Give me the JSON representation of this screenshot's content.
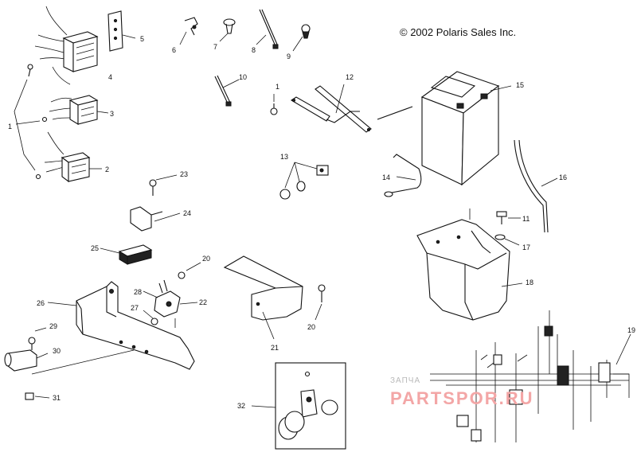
{
  "copyright": "© 2002 Polaris Sales Inc.",
  "watermark": {
    "line1": "ЗАПЧА",
    "line2": "PARTSPOR.RU"
  },
  "callouts": [
    {
      "id": "c1a",
      "label": "1"
    },
    {
      "id": "c1b",
      "label": "1"
    },
    {
      "id": "c2",
      "label": "2"
    },
    {
      "id": "c3",
      "label": "3"
    },
    {
      "id": "c4",
      "label": "4"
    },
    {
      "id": "c5",
      "label": "5"
    },
    {
      "id": "c6",
      "label": "6"
    },
    {
      "id": "c7",
      "label": "7"
    },
    {
      "id": "c8",
      "label": "8"
    },
    {
      "id": "c9",
      "label": "9"
    },
    {
      "id": "c10",
      "label": "10"
    },
    {
      "id": "c11",
      "label": "11"
    },
    {
      "id": "c12",
      "label": "12"
    },
    {
      "id": "c13",
      "label": "13"
    },
    {
      "id": "c14",
      "label": "14"
    },
    {
      "id": "c15",
      "label": "15"
    },
    {
      "id": "c16",
      "label": "16"
    },
    {
      "id": "c17",
      "label": "17"
    },
    {
      "id": "c18",
      "label": "18"
    },
    {
      "id": "c19",
      "label": "19"
    },
    {
      "id": "c20a",
      "label": "20"
    },
    {
      "id": "c20b",
      "label": "20"
    },
    {
      "id": "c21",
      "label": "21"
    },
    {
      "id": "c22",
      "label": "22"
    },
    {
      "id": "c23",
      "label": "23"
    },
    {
      "id": "c24",
      "label": "24"
    },
    {
      "id": "c25",
      "label": "25"
    },
    {
      "id": "c26",
      "label": "26"
    },
    {
      "id": "c27",
      "label": "27"
    },
    {
      "id": "c28",
      "label": "28"
    },
    {
      "id": "c29",
      "label": "29"
    },
    {
      "id": "c30",
      "label": "30"
    },
    {
      "id": "c31",
      "label": "31"
    },
    {
      "id": "c32",
      "label": "32"
    }
  ]
}
